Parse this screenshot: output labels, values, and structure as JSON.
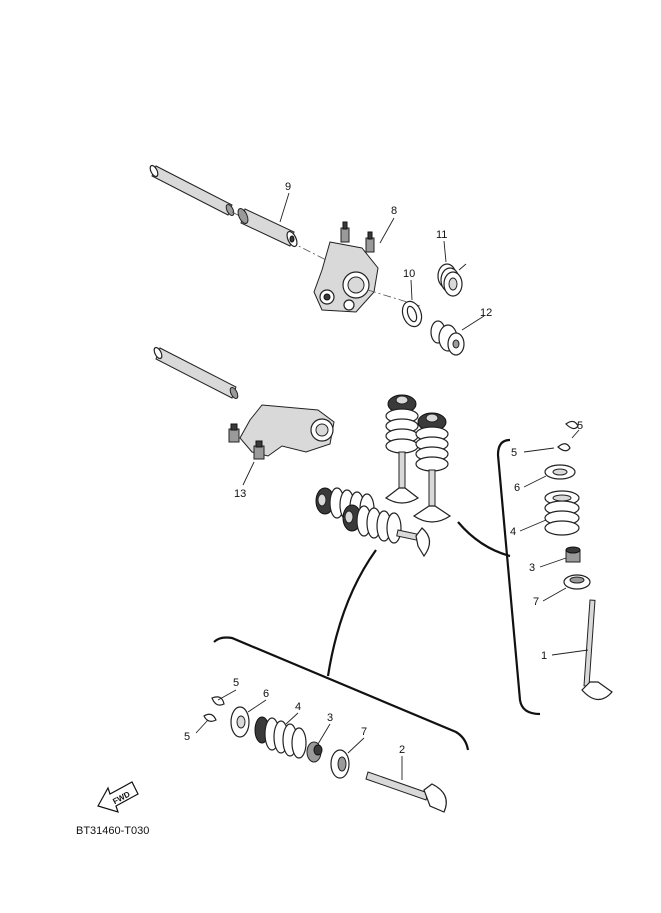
{
  "diagram_code": "BT31460-T030",
  "fwd_label": "FWD",
  "callouts": {
    "c1": "1",
    "c2": "2",
    "c3_right": "3",
    "c3_bottom": "3",
    "c4_right": "4",
    "c4_bottom": "4",
    "c5_right_top": "5",
    "c5_right_left": "5",
    "c5_bottom_top": "5",
    "c5_bottom_left": "5",
    "c6_right": "6",
    "c6_bottom": "6",
    "c7_right": "7",
    "c7_bottom": "7",
    "c8": "8",
    "c9": "9",
    "c10": "10",
    "c11": "11",
    "c12": "12",
    "c13": "13"
  }
}
